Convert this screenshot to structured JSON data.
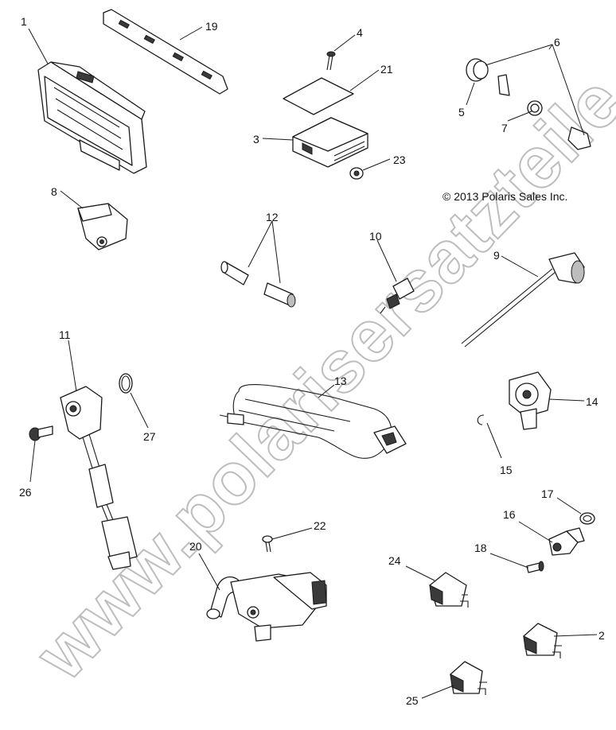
{
  "diagram": {
    "copyright": "© 2013 Polaris Sales Inc.",
    "watermark": "www.polarisersatzteile.de",
    "callouts": [
      "1",
      "19",
      "4",
      "21",
      "3",
      "23",
      "6",
      "5",
      "7",
      "8",
      "12",
      "10",
      "9",
      "11",
      "27",
      "26",
      "13",
      "14",
      "15",
      "17",
      "16",
      "18",
      "22",
      "20",
      "24",
      "2",
      "25"
    ]
  }
}
